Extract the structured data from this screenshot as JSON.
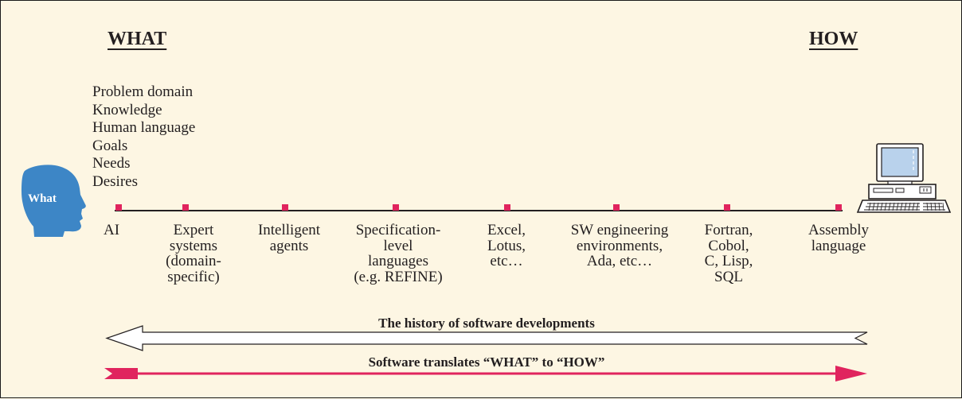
{
  "headings": {
    "what": "WHAT",
    "how": "HOW"
  },
  "head_badge": "What",
  "what_attributes": [
    "Problem domain",
    "Knowledge",
    "Human language",
    "Goals",
    "Needs",
    "Desires"
  ],
  "layers": [
    {
      "label": "AI"
    },
    {
      "label": "Expert\nsystems\n(domain-\nspecific)"
    },
    {
      "label": "Intelligent\nagents"
    },
    {
      "label": "Specification-\nlevel\nlanguages\n(e.g. REFINE)"
    },
    {
      "label": "Excel,\nLotus,\netc…"
    },
    {
      "label": "SW engineering\nenvironments,\nAda, etc…"
    },
    {
      "label": "Fortran,\nCobol,\nC, Lisp,\nSQL"
    },
    {
      "label": "Assembly\nlanguage"
    }
  ],
  "arrows": {
    "history": "The history of software developments",
    "translate": "Software translates “WHAT” to “HOW”"
  },
  "colors": {
    "background": "#fdf6e3",
    "head": "#3d86c6",
    "marker": "#e0245e",
    "translate_arrow": "#e0245e",
    "monitor_screen": "#b9d2ec",
    "computer_body": "#ffffff"
  },
  "icons": {
    "person": "human-head-icon",
    "computer": "desktop-computer-icon"
  }
}
